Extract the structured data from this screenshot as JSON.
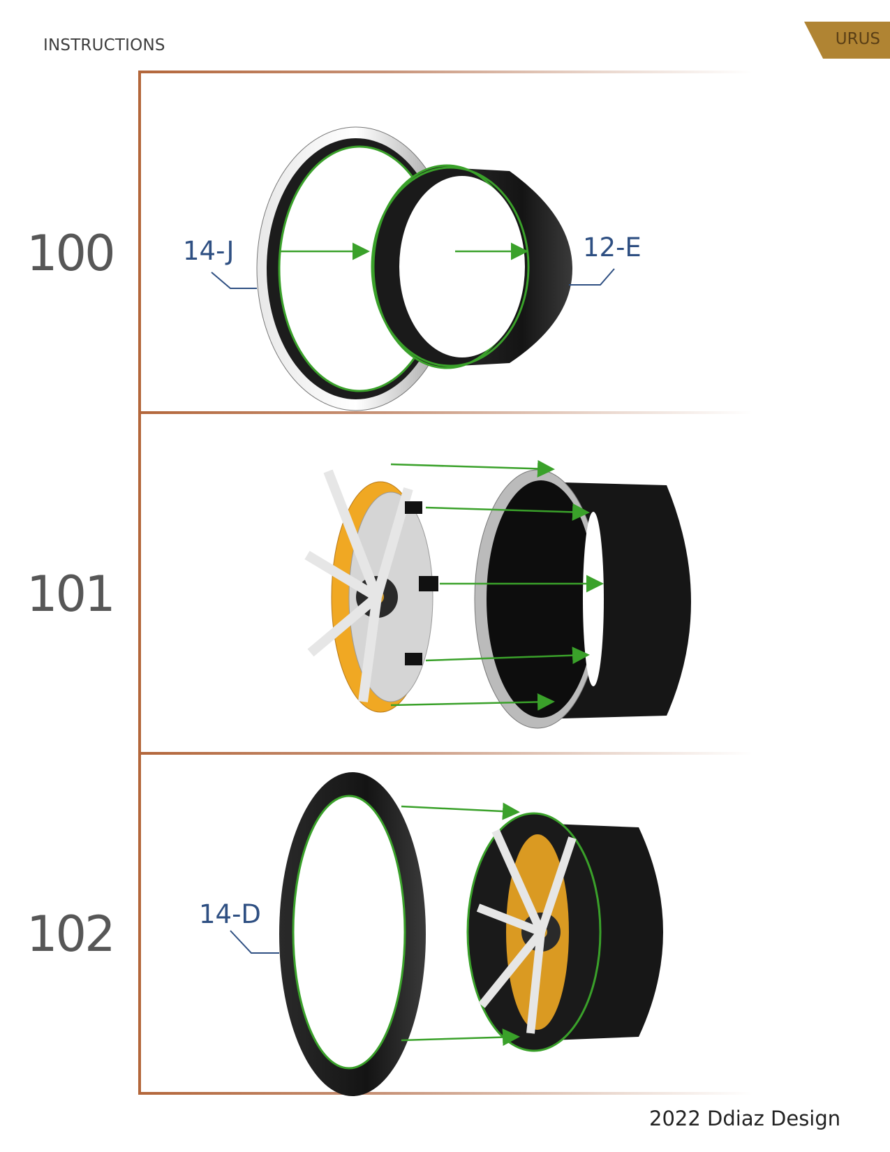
{
  "header": {
    "title": "INSTRUCTIONS",
    "badge": "URUS"
  },
  "steps": [
    {
      "number": "100",
      "labels": [
        "14-J",
        "12-E"
      ]
    },
    {
      "number": "101",
      "labels": []
    },
    {
      "number": "102",
      "labels": [
        "14-D"
      ]
    }
  ],
  "footer": {
    "credit": "2022 Ddiaz Design"
  },
  "colors": {
    "frame": "#b3663a",
    "badge": "#b08433",
    "label": "#2e4f82",
    "arrow": "#3aa12a",
    "step_number": "#575757"
  }
}
